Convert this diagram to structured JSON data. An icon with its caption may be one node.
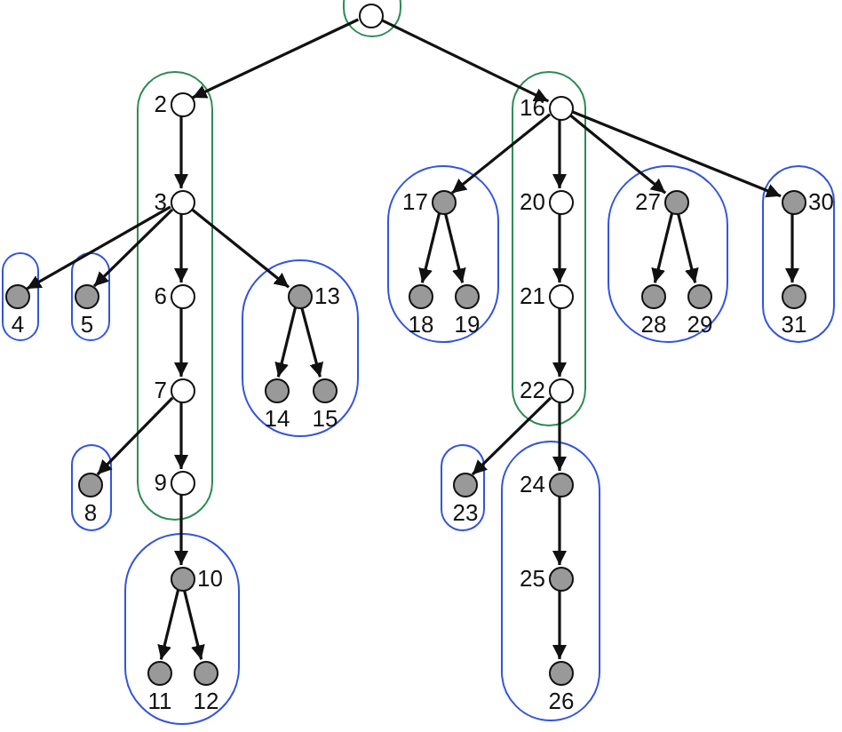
{
  "diagram": {
    "nodes": [
      {
        "text": [],
        "shape": "oval"
      },
      {
        "text": [],
        "shape": "circle",
        "in": 0
      },
      {
        "text": [],
        "shape": "oval"
      },
      {
        "text": [],
        "shape": "circle",
        "in": 2,
        "beside": [
          "2"
        ]
      },
      {
        "text": [],
        "shape": "circle",
        "in": 2,
        "beside": [
          "3"
        ]
      },
      {
        "text": [],
        "shape": "circle",
        "in": 2,
        "beside": [
          "6"
        ]
      },
      {
        "text": [],
        "shape": "circle",
        "in": 2,
        "beside": [
          "7"
        ]
      },
      {
        "text": [],
        "shape": "circle",
        "in": 2,
        "beside": [
          "9"
        ]
      },
      {
        "text": [],
        "shape": "oval"
      },
      {
        "text": [],
        "shape": "circle",
        "in": 8,
        "beside": [
          "4"
        ]
      },
      {
        "text": [],
        "shape": "oval"
      },
      {
        "text": [],
        "shape": "circle",
        "in": 10,
        "beside": [
          "5"
        ]
      },
      {
        "text": [],
        "shape": "oval"
      },
      {
        "text": [],
        "shape": "circle",
        "in": 12,
        "beside": [
          "13"
        ]
      },
      {
        "text": [],
        "shape": "circle",
        "in": 12,
        "beside": [
          "14"
        ]
      },
      {
        "text": [],
        "shape": "circle",
        "in": 12,
        "beside": [
          "15"
        ]
      },
      {
        "text": [],
        "shape": "oval"
      },
      {
        "text": [],
        "shape": "circle",
        "in": 16,
        "beside": [
          "8"
        ]
      },
      {
        "text": [],
        "shape": "oval"
      },
      {
        "text": [],
        "shape": "circle",
        "in": 18,
        "beside": [
          "10"
        ]
      },
      {
        "text": [],
        "shape": "circle",
        "in": 18,
        "beside": [
          "11"
        ]
      },
      {
        "text": [],
        "shape": "circle",
        "in": 18,
        "beside": [
          "12"
        ]
      },
      {
        "text": [],
        "shape": "oval"
      },
      {
        "text": [],
        "shape": "circle",
        "in": 22,
        "beside": [
          "16"
        ]
      },
      {
        "text": [],
        "shape": "circle",
        "in": 22,
        "beside": [
          "20"
        ]
      },
      {
        "text": [],
        "shape": "circle",
        "in": 22,
        "beside": [
          "21"
        ]
      },
      {
        "text": [],
        "shape": "circle",
        "in": 22,
        "beside": [
          "22"
        ]
      },
      {
        "text": [],
        "shape": "oval"
      },
      {
        "text": [],
        "shape": "circle",
        "in": 27,
        "beside": [
          "17"
        ]
      },
      {
        "text": [],
        "shape": "circle",
        "in": 27,
        "beside": [
          "18"
        ]
      },
      {
        "text": [],
        "shape": "circle",
        "in": 27,
        "beside": [
          "19"
        ]
      },
      {
        "text": [],
        "shape": "oval"
      },
      {
        "text": [],
        "shape": "circle",
        "in": 31,
        "beside": [
          "27"
        ]
      },
      {
        "text": [],
        "shape": "circle",
        "in": 31,
        "beside": [
          "28"
        ]
      },
      {
        "text": [],
        "shape": "circle",
        "in": 31,
        "beside": [
          "29"
        ]
      },
      {
        "text": [],
        "shape": "oval"
      },
      {
        "text": [],
        "shape": "circle",
        "in": 35,
        "beside": [
          "30"
        ]
      },
      {
        "text": [],
        "shape": "circle",
        "in": 35,
        "beside": [
          "31"
        ]
      },
      {
        "text": [],
        "shape": "oval"
      },
      {
        "text": [],
        "shape": "circle",
        "in": 38,
        "beside": [
          "23"
        ]
      },
      {
        "text": [],
        "shape": "oval"
      },
      {
        "text": [],
        "shape": "circle",
        "in": 40,
        "beside": [
          "24"
        ]
      },
      {
        "text": [],
        "shape": "circle",
        "in": 40,
        "beside": [
          "25"
        ]
      },
      {
        "text": [],
        "shape": "circle",
        "in": 40,
        "beside": [
          "26"
        ]
      }
    ],
    "edges": [
      {
        "from": 1,
        "to": 3,
        "arrow": "to"
      },
      {
        "from": 1,
        "to": 23,
        "arrow": "to"
      },
      {
        "from": 3,
        "to": 4,
        "arrow": "to"
      },
      {
        "from": 4,
        "to": 9,
        "arrow": "to"
      },
      {
        "from": 4,
        "to": 11,
        "arrow": "to"
      },
      {
        "from": 4,
        "to": 5,
        "arrow": "to"
      },
      {
        "from": 4,
        "to": 13,
        "arrow": "to"
      },
      {
        "from": 5,
        "to": 6,
        "arrow": "to"
      },
      {
        "from": 6,
        "to": 17,
        "arrow": "to"
      },
      {
        "from": 6,
        "to": 7,
        "arrow": "to"
      },
      {
        "from": 7,
        "to": 19,
        "arrow": "to"
      },
      {
        "from": 19,
        "to": 20,
        "arrow": "to"
      },
      {
        "from": 19,
        "to": 21,
        "arrow": "to"
      },
      {
        "from": 13,
        "to": 14,
        "arrow": "to"
      },
      {
        "from": 13,
        "to": 15,
        "arrow": "to"
      },
      {
        "from": 23,
        "to": 28,
        "arrow": "to"
      },
      {
        "from": 23,
        "to": 24,
        "arrow": "to"
      },
      {
        "from": 23,
        "to": 32,
        "arrow": "to"
      },
      {
        "from": 23,
        "to": 36,
        "arrow": "to"
      },
      {
        "from": 28,
        "to": 29,
        "arrow": "to"
      },
      {
        "from": 28,
        "to": 30,
        "arrow": "to"
      },
      {
        "from": 24,
        "to": 25,
        "arrow": "to"
      },
      {
        "from": 25,
        "to": 26,
        "arrow": "to"
      },
      {
        "from": 26,
        "to": 39,
        "arrow": "to"
      },
      {
        "from": 26,
        "to": 41,
        "arrow": "to"
      },
      {
        "from": 41,
        "to": 42,
        "arrow": "to"
      },
      {
        "from": 42,
        "to": 43,
        "arrow": "to"
      },
      {
        "from": 32,
        "to": 33,
        "arrow": "to"
      },
      {
        "from": 32,
        "to": 34,
        "arrow": "to"
      },
      {
        "from": 36,
        "to": 37,
        "arrow": "to"
      }
    ]
  }
}
